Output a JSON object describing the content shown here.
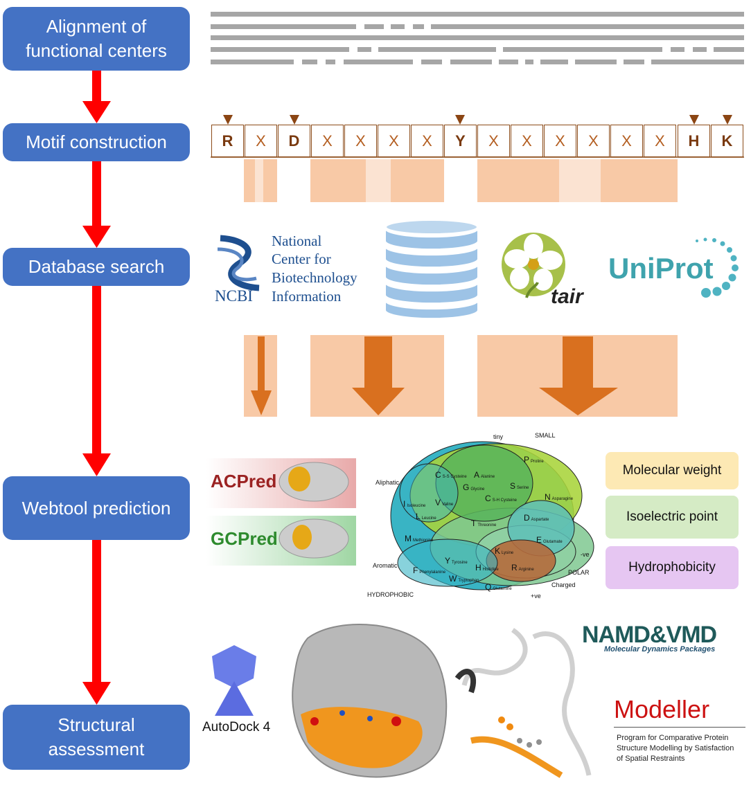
{
  "steps": [
    {
      "label": "Alignment of functional centers"
    },
    {
      "label": "Motif construction"
    },
    {
      "label": "Database search"
    },
    {
      "label": "Webtool prediction"
    },
    {
      "label": "Structural assessment"
    }
  ],
  "motif": [
    "R",
    "X",
    "D",
    "X",
    "X",
    "X",
    "X",
    "Y",
    "X",
    "X",
    "X",
    "X",
    "X",
    "X",
    "H",
    "K"
  ],
  "databases": {
    "ncbi_short": "NCBI",
    "ncbi_lines": [
      "National",
      "Center for",
      "Biotechnology",
      "Information"
    ],
    "tair": "tair",
    "uniprot": "UniProt"
  },
  "webtools": {
    "acpred": "ACPred",
    "gcpred": "GCPred"
  },
  "venn": {
    "sets": [
      "tiny",
      "SMALL",
      "Aliphatic",
      "Aromatic",
      "HYDROPHOBIC",
      "POLAR",
      "Charged",
      "-ve",
      "+ve"
    ],
    "amino_acids": [
      {
        "letter": "P",
        "name": "Proline"
      },
      {
        "letter": "C",
        "name": "S-S Cysteine"
      },
      {
        "letter": "A",
        "name": "Alanine"
      },
      {
        "letter": "G",
        "name": "Glycine"
      },
      {
        "letter": "C",
        "name": "S-H Cysteine"
      },
      {
        "letter": "S",
        "name": "Serine"
      },
      {
        "letter": "N",
        "name": "Asparagine"
      },
      {
        "letter": "I",
        "name": "Isoleucine"
      },
      {
        "letter": "V",
        "name": "Valine"
      },
      {
        "letter": "L",
        "name": "Leucine"
      },
      {
        "letter": "T",
        "name": "Threonine"
      },
      {
        "letter": "D",
        "name": "Aspartate"
      },
      {
        "letter": "M",
        "name": "Methionine"
      },
      {
        "letter": "E",
        "name": "Glutamate"
      },
      {
        "letter": "Y",
        "name": "Tyrosine"
      },
      {
        "letter": "K",
        "name": "Lysine"
      },
      {
        "letter": "F",
        "name": "Phenylalanine"
      },
      {
        "letter": "H",
        "name": "Histidine"
      },
      {
        "letter": "R",
        "name": "Arginine"
      },
      {
        "letter": "W",
        "name": "Tryptophan"
      },
      {
        "letter": "Q",
        "name": "Glutamine"
      }
    ]
  },
  "properties": [
    "Molecular weight",
    "Isoelectric point",
    "Hydrophobicity"
  ],
  "tools": {
    "autodock": "AutoDock 4",
    "namd": "NAMD&VMD",
    "namd_sub": "Molecular Dynamics Packages",
    "modeller": "Modeller",
    "modeller_desc": [
      "Program for Comparative Protein",
      "Structure Modelling by Satisfaction",
      "of Spatial Restraints"
    ]
  },
  "colors": {
    "step_box": "#4472c4",
    "flow_arrow": "#ff0000",
    "motif_arrow": "#8b4513",
    "peach": "#f8c9a6",
    "molecular_weight": "#fde9b4",
    "isoelectric_point": "#d5ebc5",
    "hydrophobicity": "#e6c6f2"
  }
}
